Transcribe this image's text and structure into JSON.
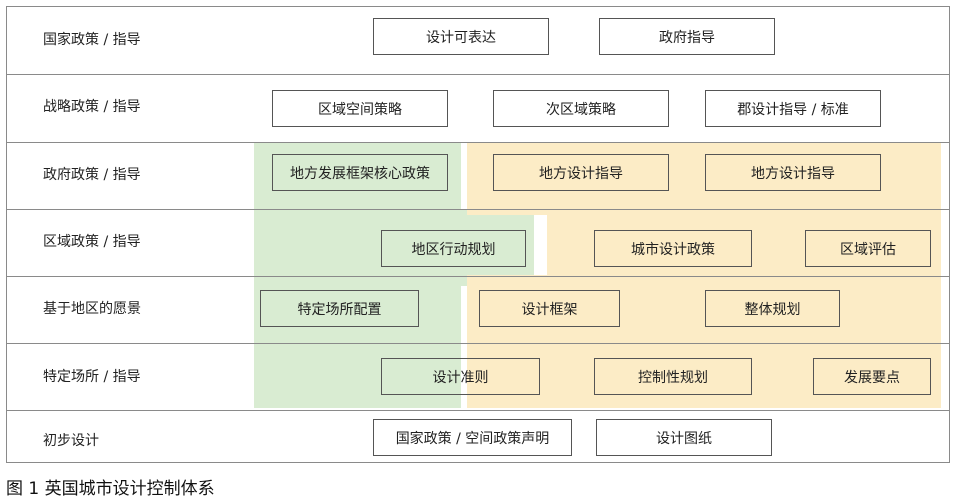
{
  "rows": [
    {
      "label": "国家政策 / 指导",
      "boxes": [
        "设计可表达",
        "政府指导"
      ]
    },
    {
      "label": "战略政策 / 指导",
      "boxes": [
        "区域空间策略",
        "次区域策略",
        "郡设计指导 / 标准"
      ]
    },
    {
      "label": "政府政策 / 指导",
      "boxes": [
        "地方发展框架核心政策",
        "地方设计指导",
        "地方设计指导"
      ]
    },
    {
      "label": "区域政策 / 指导",
      "boxes": [
        "地区行动规划",
        "城市设计政策",
        "区域评估"
      ]
    },
    {
      "label": "基于地区的愿景",
      "boxes": [
        "特定场所配置",
        "设计框架",
        "整体规划"
      ]
    },
    {
      "label": "特定场所 / 指导",
      "boxes": [
        "设计准则",
        "控制性规划",
        "发展要点"
      ]
    },
    {
      "label": "初步设计",
      "boxes": [
        "国家政策 / 空间政策声明",
        "设计图纸"
      ]
    }
  ],
  "caption": "图 1  英国城市设计控制体系",
  "colors": {
    "green_zone": "#d9ecd2",
    "yellow_zone": "#fcecc6",
    "border": "#555555"
  }
}
